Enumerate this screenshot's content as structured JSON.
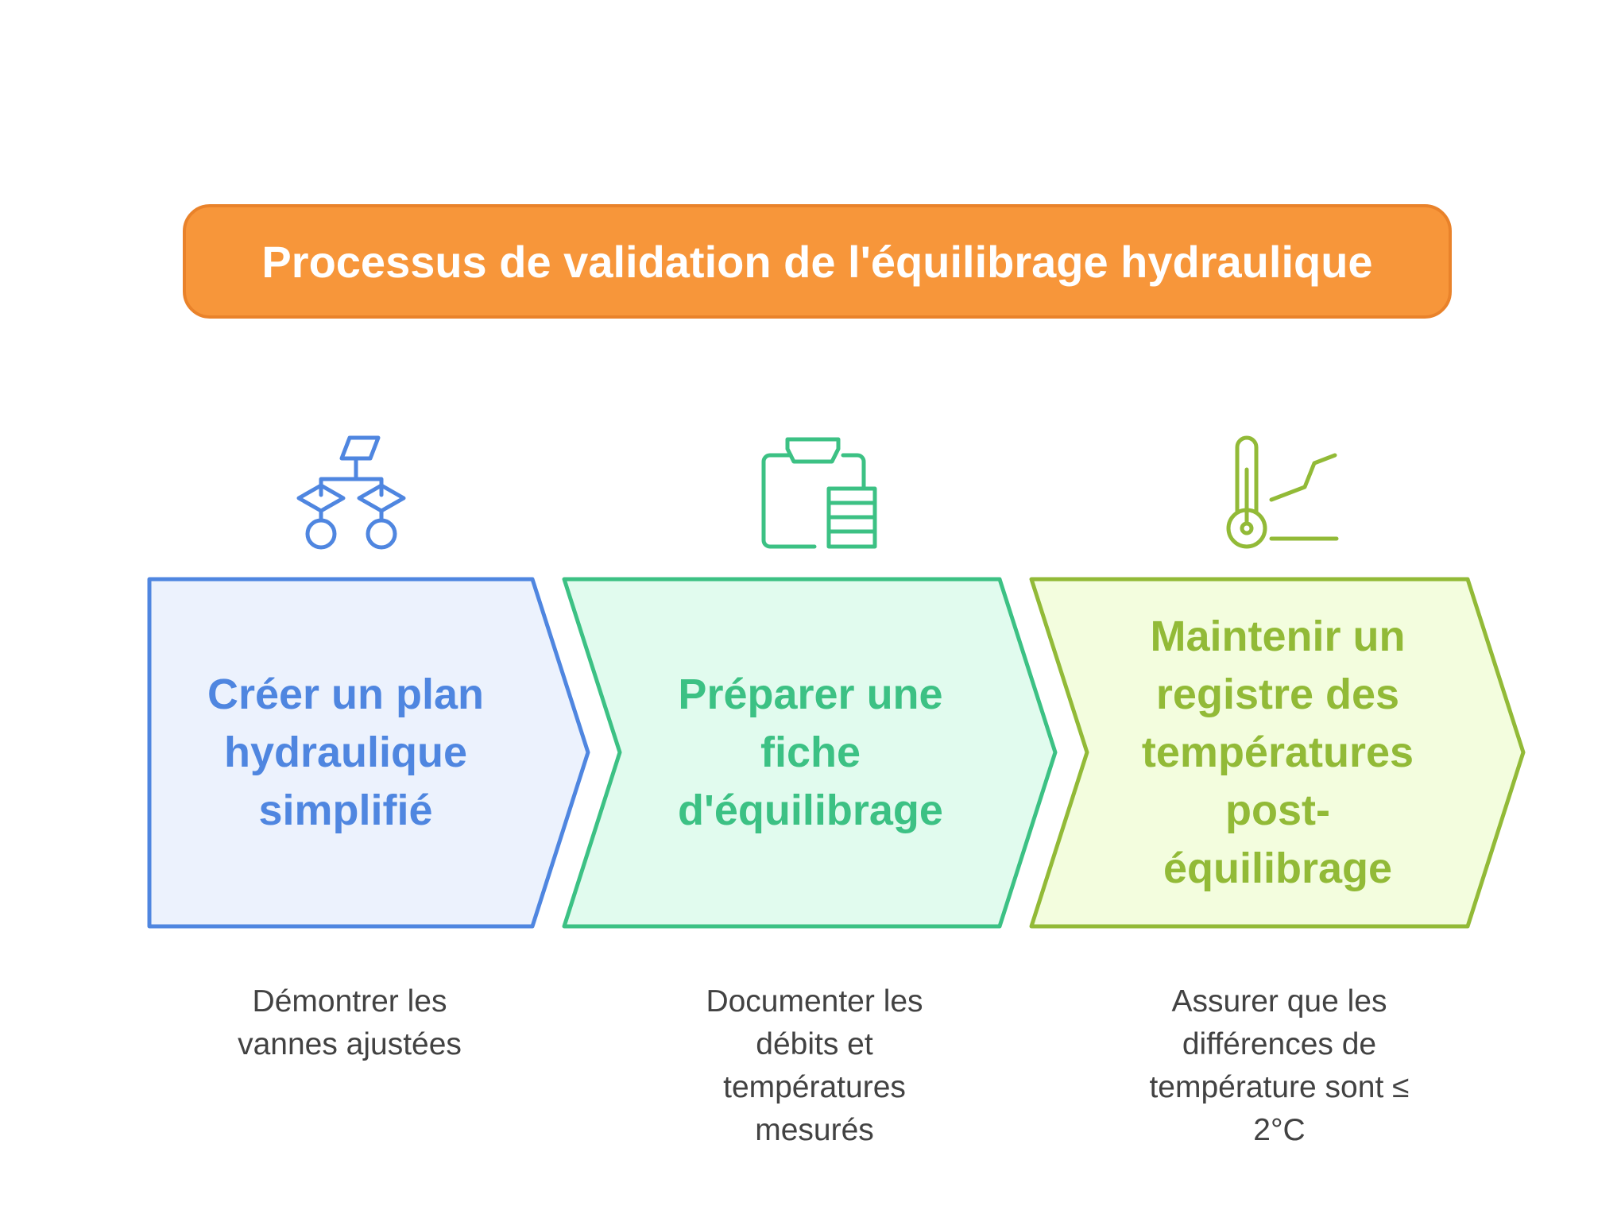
{
  "title": "Processus de validation de l'équilibrage hydraulique",
  "colors": {
    "title_bg": "#f7963a",
    "step1": "#4f86e0",
    "step1_fill": "#ecf2fd",
    "step2": "#3cc184",
    "step2_fill": "#e1fbee",
    "step3": "#92ba37",
    "step3_fill": "#f3fdde",
    "description_text": "#424242"
  },
  "steps": [
    {
      "label": "Créer un plan hydraulique simplifié",
      "icon": "flowchart-icon",
      "description": "Démontrer les vannes ajustées"
    },
    {
      "label": "Préparer une fiche d'équilibrage",
      "icon": "clipboard-table-icon",
      "description": "Documenter les débits et températures mesurés"
    },
    {
      "label": "Maintenir un registre des températures post-équilibrage",
      "icon": "thermometer-chart-icon",
      "description": "Assurer que les différences de température sont ≤ 2°C"
    }
  ]
}
